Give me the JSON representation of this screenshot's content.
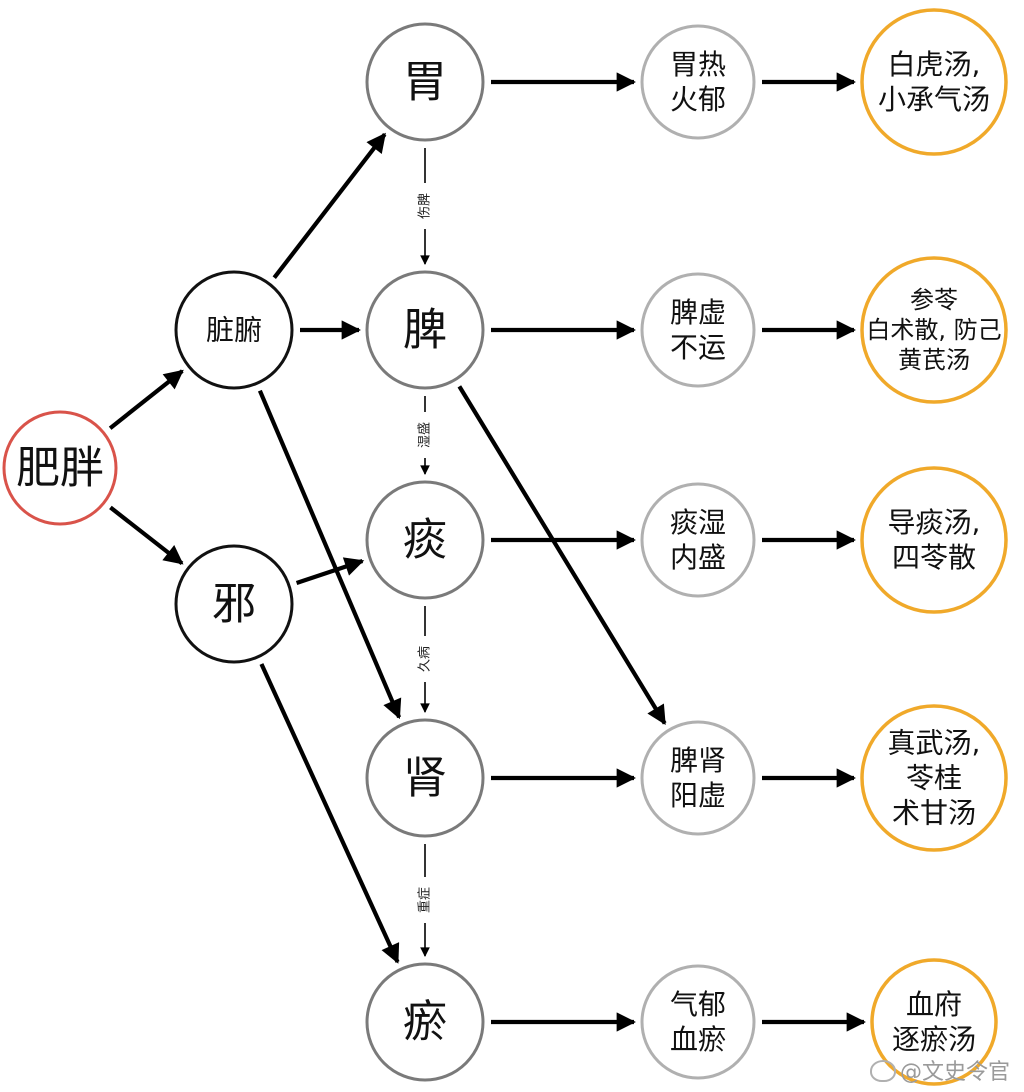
{
  "nodes": [
    {
      "id": "feipang",
      "lines": [
        "肥胖"
      ],
      "style": "red",
      "size": "big"
    },
    {
      "id": "zangfu",
      "lines": [
        "脏腑"
      ],
      "style": "black",
      "size": "mid"
    },
    {
      "id": "xie",
      "lines": [
        "邪"
      ],
      "style": "black",
      "size": "big"
    },
    {
      "id": "wei",
      "lines": [
        "胃"
      ],
      "style": "dark",
      "size": "big"
    },
    {
      "id": "pi",
      "lines": [
        "脾"
      ],
      "style": "dark",
      "size": "big"
    },
    {
      "id": "tan",
      "lines": [
        "痰"
      ],
      "style": "dark",
      "size": "big"
    },
    {
      "id": "shen",
      "lines": [
        "肾"
      ],
      "style": "dark",
      "size": "big"
    },
    {
      "id": "yu",
      "lines": [
        "瘀"
      ],
      "style": "dark",
      "size": "big"
    },
    {
      "id": "weire",
      "lines": [
        "胃热",
        "火郁"
      ],
      "style": "gray",
      "size": "mid"
    },
    {
      "id": "pixu",
      "lines": [
        "脾虚",
        "不运"
      ],
      "style": "gray",
      "size": "mid"
    },
    {
      "id": "tanshi",
      "lines": [
        "痰湿",
        "内盛"
      ],
      "style": "gray",
      "size": "mid"
    },
    {
      "id": "pishen",
      "lines": [
        "脾肾",
        "阳虚"
      ],
      "style": "gray",
      "size": "mid"
    },
    {
      "id": "qiyu",
      "lines": [
        "气郁",
        "血瘀"
      ],
      "style": "gray",
      "size": "mid"
    },
    {
      "id": "t1",
      "lines": [
        "白虎汤,",
        "小承气汤"
      ],
      "style": "orange",
      "size": "mid"
    },
    {
      "id": "t2",
      "lines": [
        "参苓",
        "白术散, 防己",
        "黄芪汤"
      ],
      "style": "orange",
      "size": "small"
    },
    {
      "id": "t3",
      "lines": [
        "导痰汤,",
        "四苓散"
      ],
      "style": "orange",
      "size": "mid"
    },
    {
      "id": "t4",
      "lines": [
        "真武汤,",
        "苓桂",
        "术甘汤"
      ],
      "style": "orange",
      "size": "mid"
    },
    {
      "id": "t5",
      "lines": [
        "血府",
        "逐瘀汤"
      ],
      "style": "orange",
      "size": "mid"
    }
  ],
  "edges": [
    {
      "from": "feipang",
      "to": "zangfu",
      "kind": "bold"
    },
    {
      "from": "feipang",
      "to": "xie",
      "kind": "bold"
    },
    {
      "from": "zangfu",
      "to": "wei",
      "kind": "bold"
    },
    {
      "from": "zangfu",
      "to": "pi",
      "kind": "bold"
    },
    {
      "from": "zangfu",
      "to": "shen",
      "kind": "bold"
    },
    {
      "from": "xie",
      "to": "tan",
      "kind": "bold"
    },
    {
      "from": "xie",
      "to": "yu",
      "kind": "bold"
    },
    {
      "from": "pi",
      "to": "pishen",
      "kind": "bold"
    },
    {
      "from": "wei",
      "to": "weire",
      "kind": "bold"
    },
    {
      "from": "pi",
      "to": "pixu",
      "kind": "bold"
    },
    {
      "from": "tan",
      "to": "tanshi",
      "kind": "bold"
    },
    {
      "from": "shen",
      "to": "pishen",
      "kind": "bold"
    },
    {
      "from": "yu",
      "to": "qiyu",
      "kind": "bold"
    },
    {
      "from": "weire",
      "to": "t1",
      "kind": "bold"
    },
    {
      "from": "pixu",
      "to": "t2",
      "kind": "bold"
    },
    {
      "from": "tanshi",
      "to": "t3",
      "kind": "bold"
    },
    {
      "from": "pishen",
      "to": "t4",
      "kind": "bold"
    },
    {
      "from": "qiyu",
      "to": "t5",
      "kind": "bold"
    },
    {
      "from": "wei",
      "to": "pi",
      "kind": "thin",
      "label": "伤脾"
    },
    {
      "from": "pi",
      "to": "tan",
      "kind": "thin",
      "label": "湿盛"
    },
    {
      "from": "tan",
      "to": "shen",
      "kind": "thin",
      "label": "久病"
    },
    {
      "from": "shen",
      "to": "yu",
      "kind": "thin",
      "label": "重症"
    }
  ],
  "colors": {
    "red": "#d9534a",
    "black": "#111111",
    "dark": "#7a7a7a",
    "gray": "#b0b0b0",
    "orange": "#f0a92a",
    "arrow": "#000000"
  },
  "watermark": "@文史令官",
  "watermark_icon": "weibo-icon"
}
